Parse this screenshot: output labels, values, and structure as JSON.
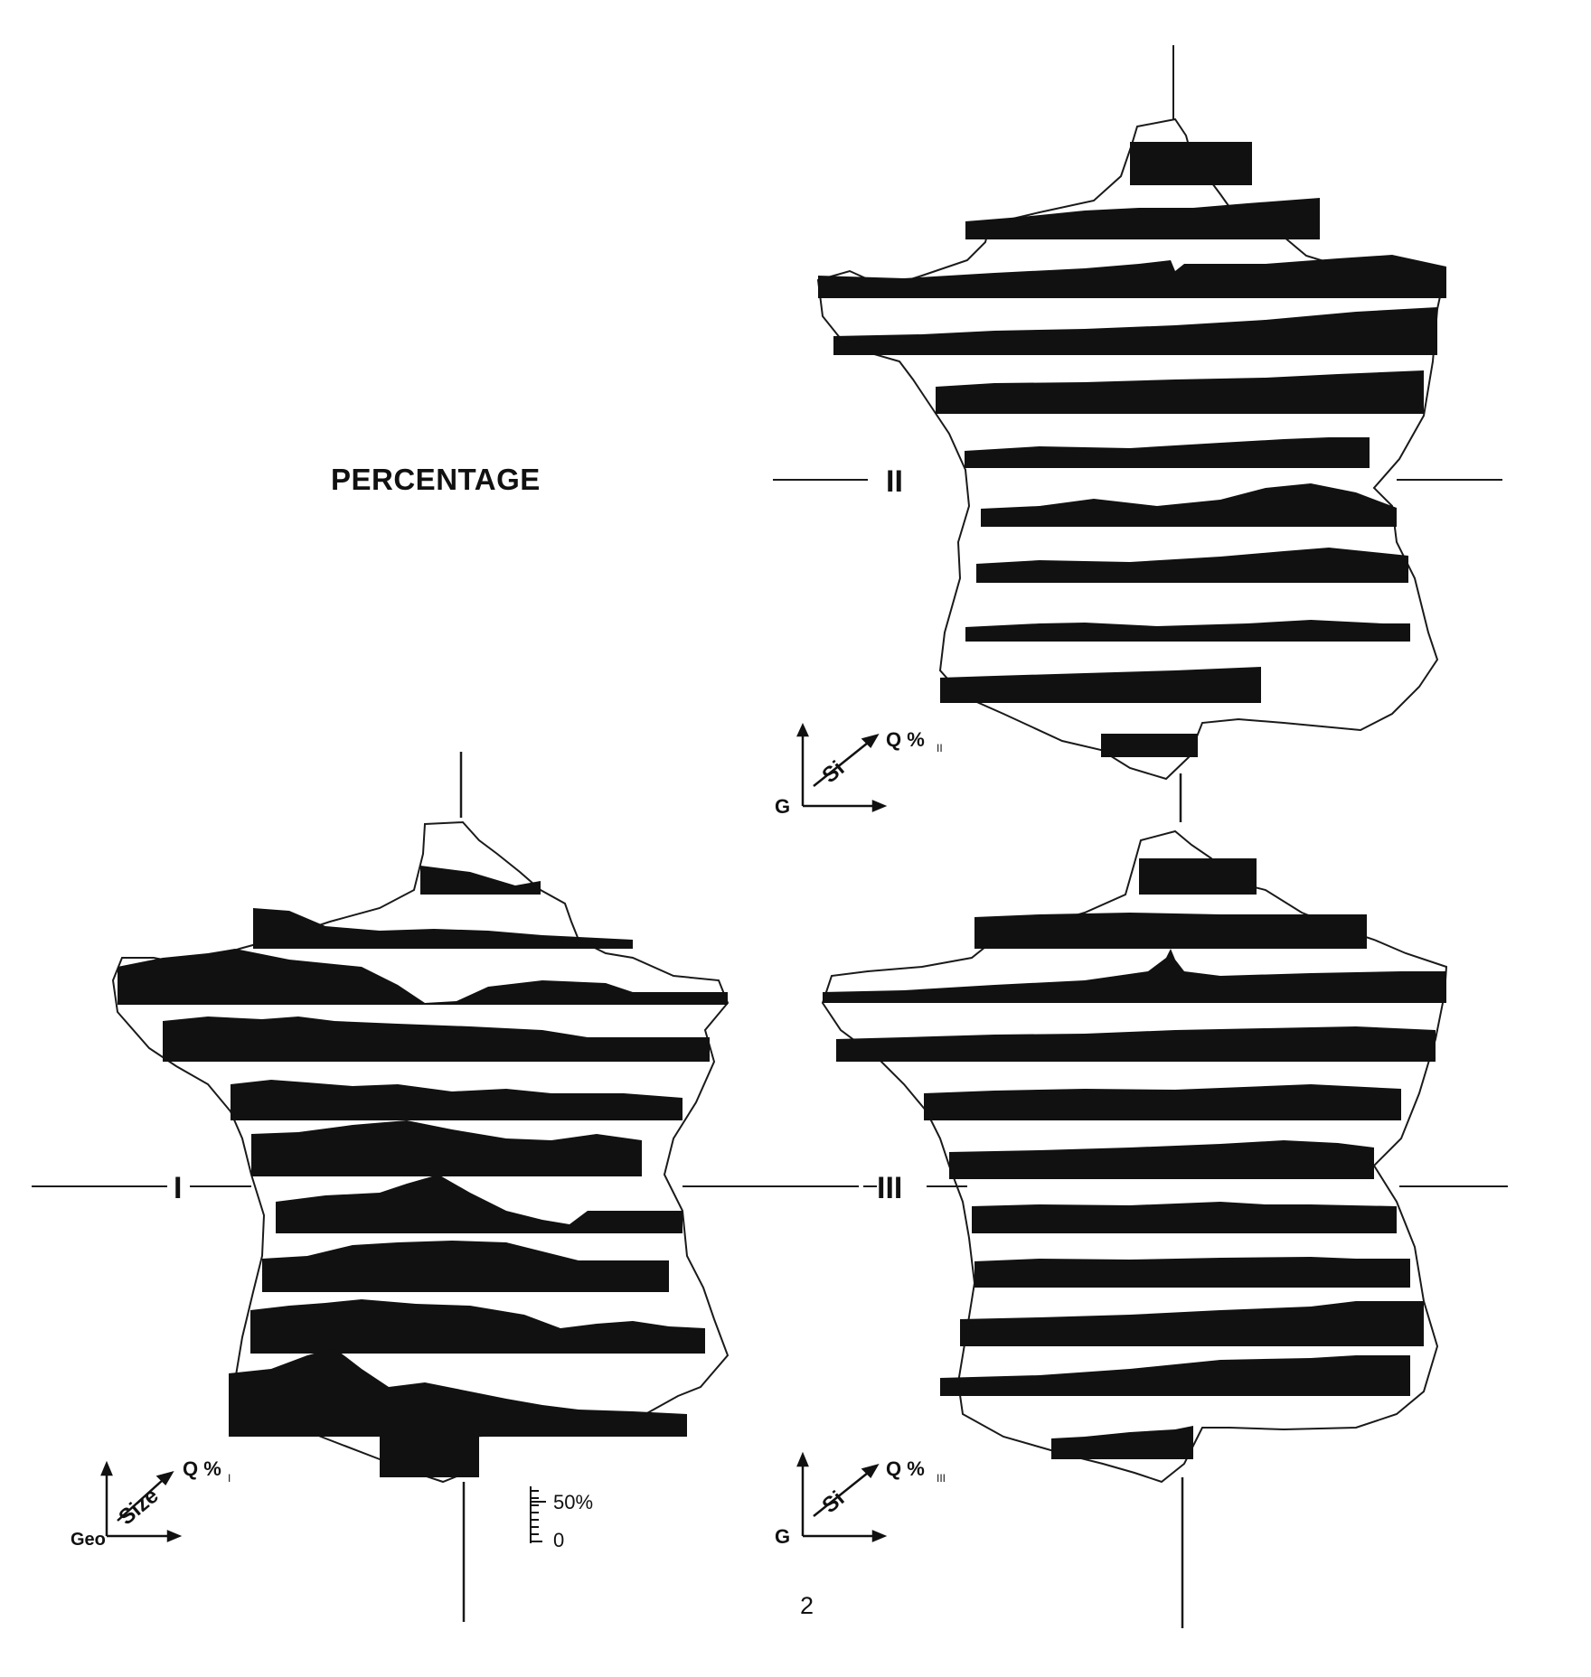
{
  "figure": {
    "title": "PERCENTAGE",
    "page_number": "2",
    "colors": {
      "ink": "#111111",
      "paper": "#ffffff",
      "outline": "#1a1a1a"
    }
  },
  "maps": [
    {
      "id": "I",
      "label": "I",
      "axis": {
        "g_label": "Geo",
        "size_label": "Size",
        "q_label": "Q %",
        "q_subscript": "I"
      },
      "scale": {
        "max_label": "50%",
        "zero_label": "0"
      }
    },
    {
      "id": "II",
      "label": "II",
      "axis": {
        "g_label": "G",
        "size_label": "Si",
        "q_label": "Q %",
        "q_subscript": "II"
      }
    },
    {
      "id": "III",
      "label": "III",
      "axis": {
        "g_label": "G",
        "size_label": "Si",
        "q_label": "Q %",
        "q_subscript": "III"
      }
    }
  ]
}
